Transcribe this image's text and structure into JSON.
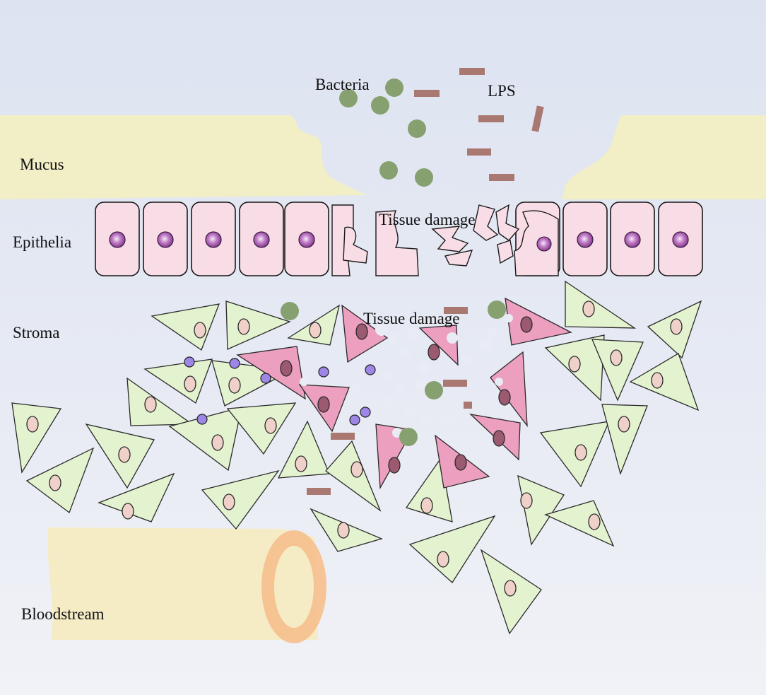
{
  "labels": {
    "mucus": "Mucus",
    "epithelia": "Epithelia",
    "stroma": "Stroma",
    "bloodstream": "Bloodstream",
    "bacteria": "Bacteria",
    "lps": "LPS",
    "tissue_damage_epithelia": "Tissue damage",
    "tissue_damage_stroma": "Tissue damage"
  },
  "colors": {
    "background_top": "#dfe5f2",
    "background_bottom": "#eef0f6",
    "mucus": "#f2eec6",
    "epithelial_cell": "#f8dde6",
    "nucleus": "#9a4fa0",
    "bacteria": "#86a070",
    "lps": "#a97870",
    "stromal_cell": "#e3f2cf",
    "stromal_nucleus": "#f0d1c9",
    "damaged_cell": "#ec9fbf",
    "damaged_nucleus": "#9b5a70",
    "immune_cell": "#9d86e6",
    "vessel": "#f5e9c0",
    "vessel_wall": "#f4b888"
  },
  "icons": [
    "bacteria-icon",
    "lps-fragment-icon",
    "epithelial-cell-icon",
    "stromal-cell-icon",
    "immune-cell-icon",
    "blood-vessel-icon"
  ]
}
